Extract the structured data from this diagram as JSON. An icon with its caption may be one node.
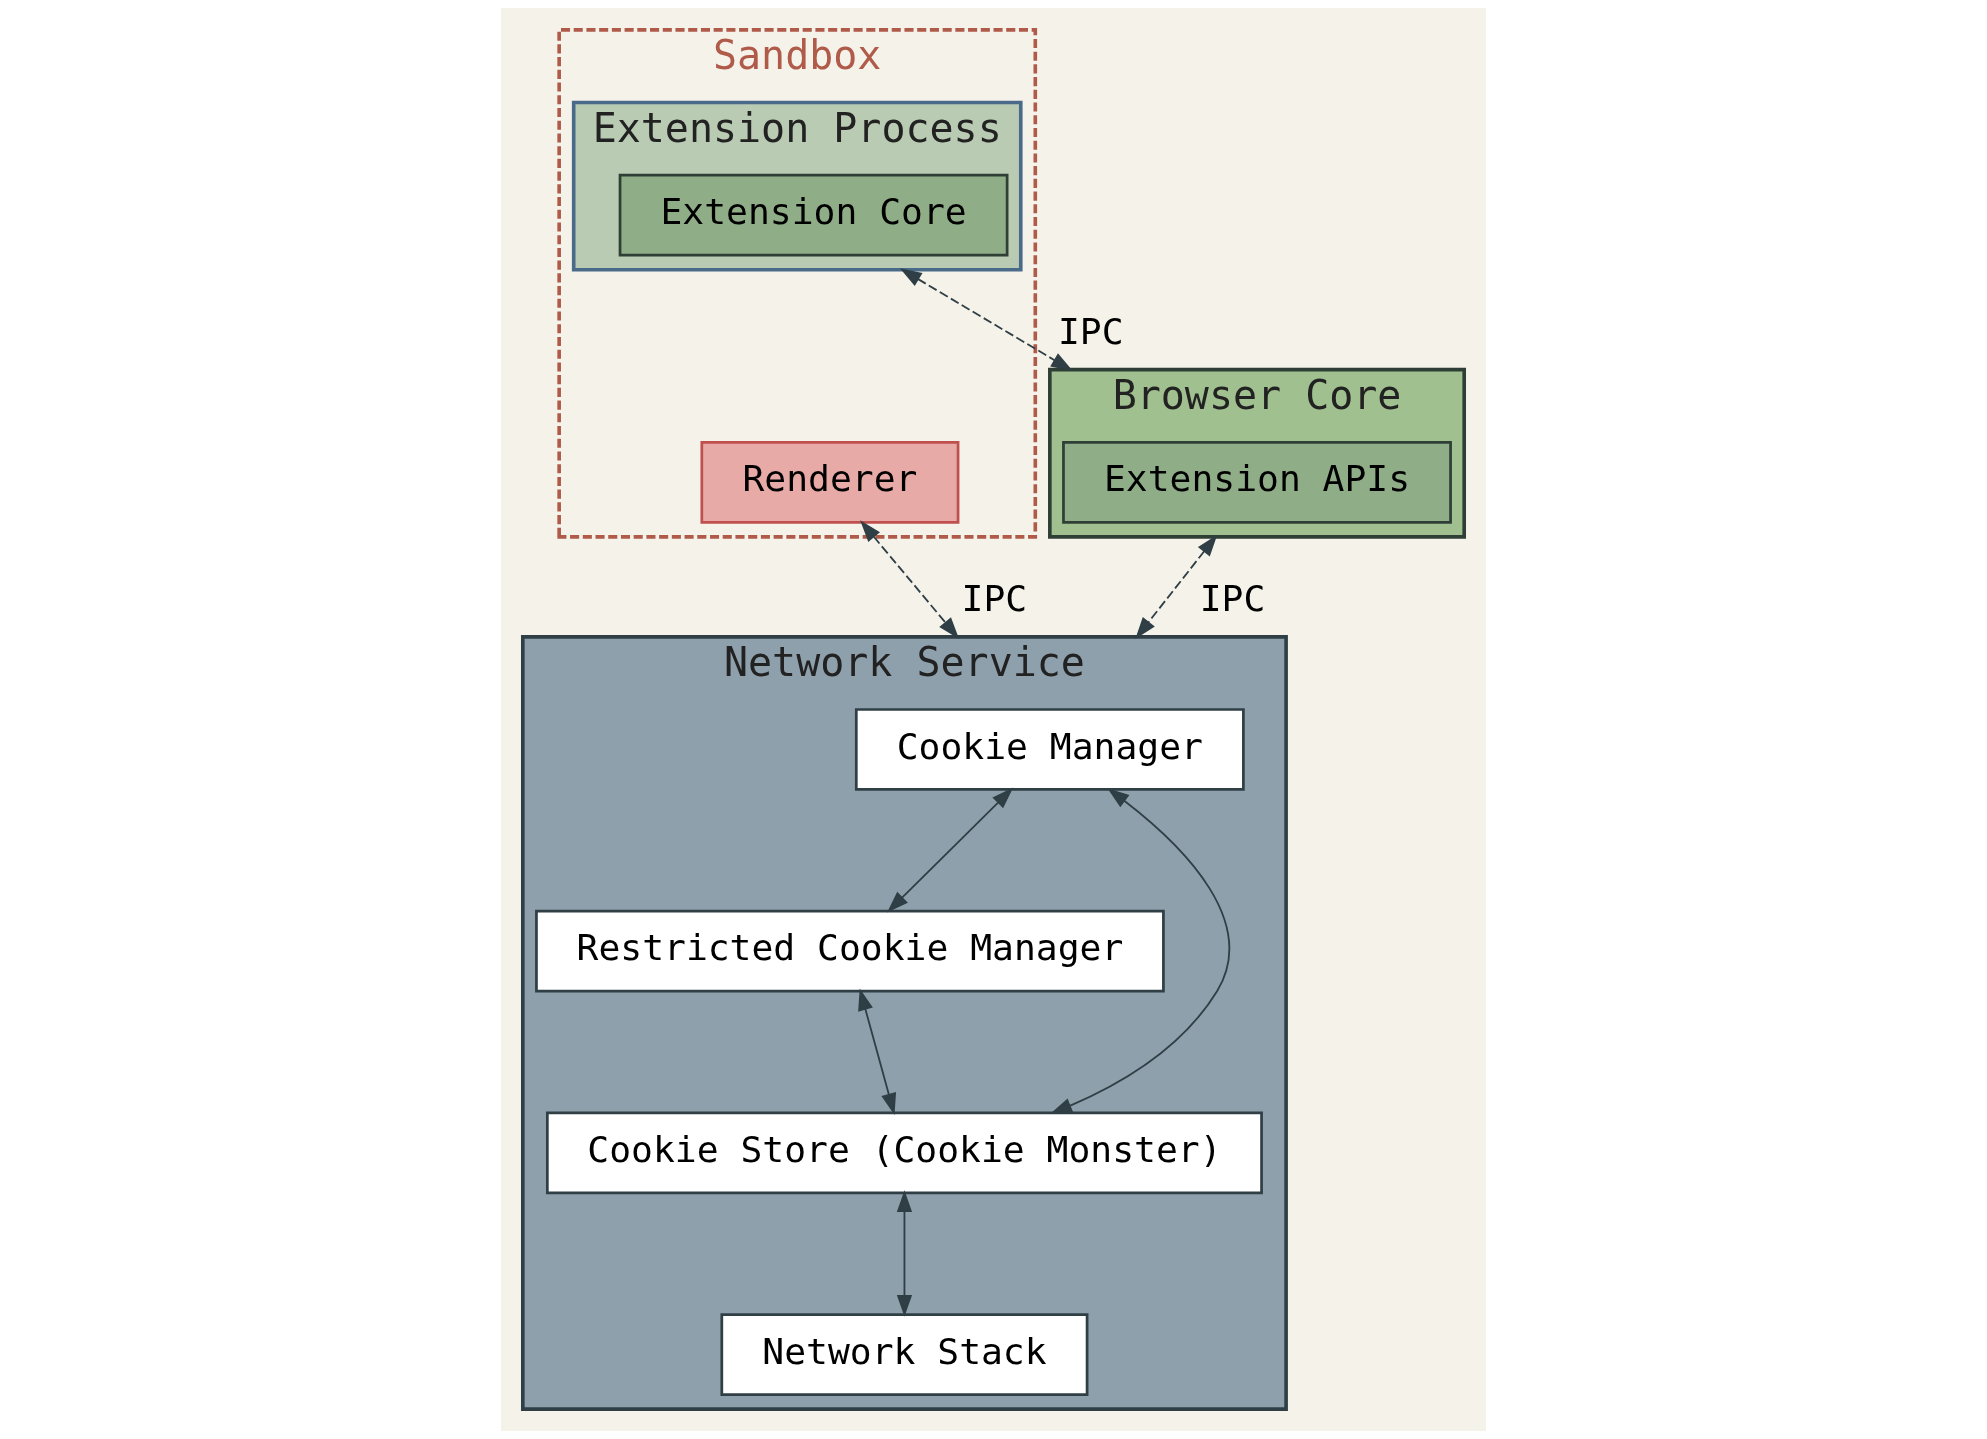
{
  "diagram": {
    "nodes": [
      {
        "text": [
          "Sandbox"
        ]
      },
      {
        "text": [
          "Extension Process"
        ],
        "in": 0
      },
      {
        "text": [
          "Extension Core"
        ],
        "in": 1
      },
      {
        "text": [
          "Renderer"
        ],
        "in": 0
      },
      {
        "text": [
          "Browser Core"
        ]
      },
      {
        "text": [
          "Extension APIs"
        ],
        "in": 4
      },
      {
        "text": [
          "Network Service"
        ]
      },
      {
        "text": [
          "Cookie Manager"
        ],
        "in": 6
      },
      {
        "text": [
          "Restricted Cookie Manager"
        ],
        "in": 6
      },
      {
        "text": [
          "Cookie Store (Cookie Monster)"
        ],
        "in": 6
      },
      {
        "text": [
          "Network Stack"
        ],
        "in": 6
      }
    ],
    "edges": [
      {
        "from": 1,
        "to": 4,
        "arrow": "both",
        "label": "IPC",
        "style": "dashed"
      },
      {
        "from": 3,
        "to": 6,
        "arrow": "both",
        "label": "IPC",
        "style": "dashed"
      },
      {
        "from": 4,
        "to": 6,
        "arrow": "both",
        "label": "IPC",
        "style": "dashed"
      },
      {
        "from": 7,
        "to": 8,
        "arrow": "both"
      },
      {
        "from": 7,
        "to": 9,
        "arrow": "both"
      },
      {
        "from": 8,
        "to": 9,
        "arrow": "both"
      },
      {
        "from": 9,
        "to": 10,
        "arrow": "both"
      }
    ]
  }
}
